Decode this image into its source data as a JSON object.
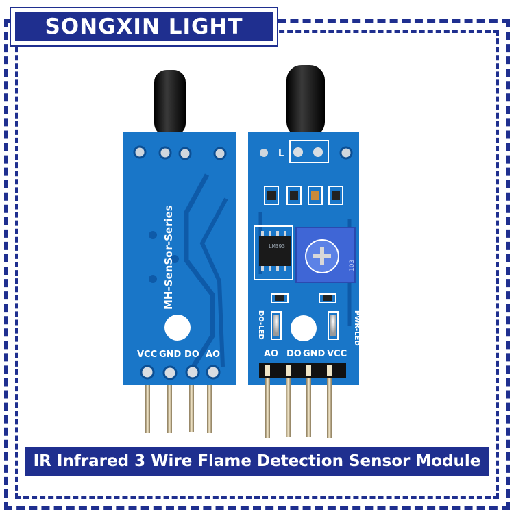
{
  "brand": {
    "name": "SONGXIN LIGHT"
  },
  "caption": {
    "title": "IR Infrared 3 Wire Flame Detection Sensor Module"
  },
  "back_board": {
    "series_label": "MH-SenSor-Series",
    "pins": [
      "VCC",
      "GND",
      "DO",
      "AO"
    ]
  },
  "front_board": {
    "pins": [
      "AO",
      "DO",
      "GND",
      "VCC"
    ],
    "led_left": "DO-LED",
    "led_right": "PWR-LED",
    "chip_label": "LM393",
    "pot_label": "103"
  },
  "colors": {
    "brand_navy": "#1f2f8f",
    "pcb_blue": "#1976c8",
    "sensor_black": "#111111"
  }
}
